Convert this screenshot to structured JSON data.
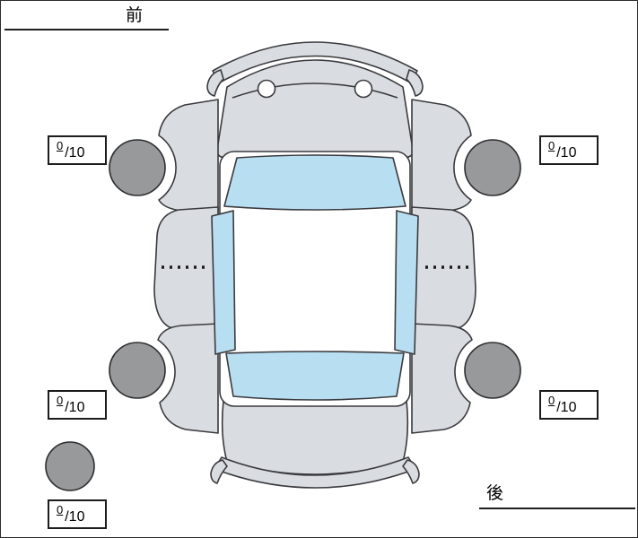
{
  "diagram": {
    "name": "vehicle-top-view-tire-condition-diagram",
    "front_label": "前",
    "rear_label": "後"
  },
  "tire_scores": {
    "front_left": {
      "value": "0",
      "max": "/10"
    },
    "front_right": {
      "value": "0",
      "max": "/10"
    },
    "rear_left": {
      "value": "0",
      "max": "/10"
    },
    "rear_right": {
      "value": "0",
      "max": "/10"
    },
    "spare": {
      "value": "0",
      "max": "/10"
    }
  },
  "colors": {
    "body_panel": "#d9dde2",
    "glass": "#b8def2",
    "tire": "#98999b",
    "outline": "#3a3a3e",
    "background": "#ffffff"
  },
  "icons": {
    "car": "car-top-view-icon",
    "tire": "tire-icon",
    "spare_tire": "spare-tire-icon"
  }
}
